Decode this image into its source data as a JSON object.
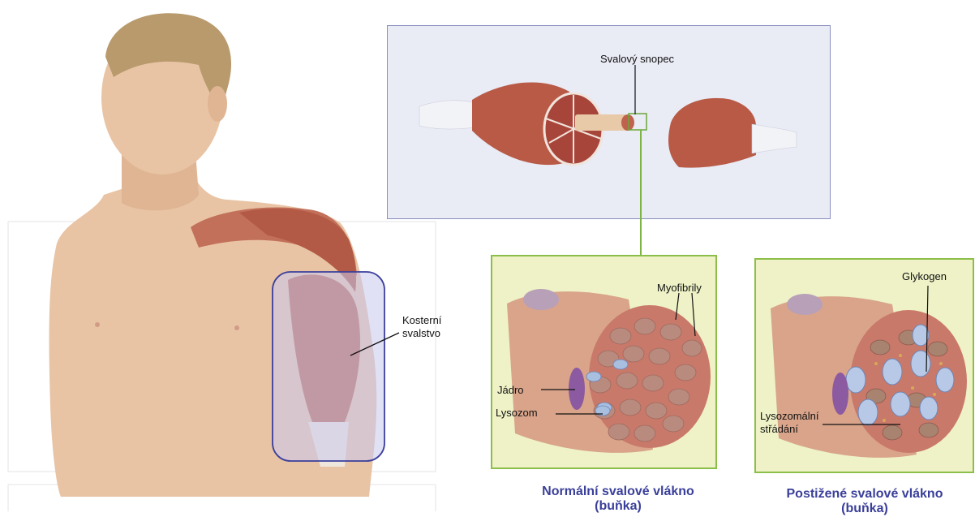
{
  "labels": {
    "muscle_bundle": "Svalový snopec",
    "skeletal_muscle_1": "Kosterní",
    "skeletal_muscle_2": "svalstvo",
    "myofibrils": "Myofibrily",
    "nucleus": "Jádro",
    "lysosome": "Lysozom",
    "glycogen": "Glykogen",
    "lysosomal_storage_1": "Lysozomální",
    "lysosomal_storage_2": "střádání"
  },
  "captions": {
    "normal_line1": "Normální svalové vlákno",
    "normal_line2": "(buňka)",
    "affected_line1": "Postižené svalové vlákno",
    "affected_line2": "(buňka)"
  },
  "colors": {
    "caption": "#3a3f9a",
    "panel_border_green": "#8cbe4a",
    "panel_bg_green": "#eef2c6",
    "highlight_border": "#3b3f9c",
    "muscle": "#b85a46",
    "skin": "#e6c2a2"
  }
}
